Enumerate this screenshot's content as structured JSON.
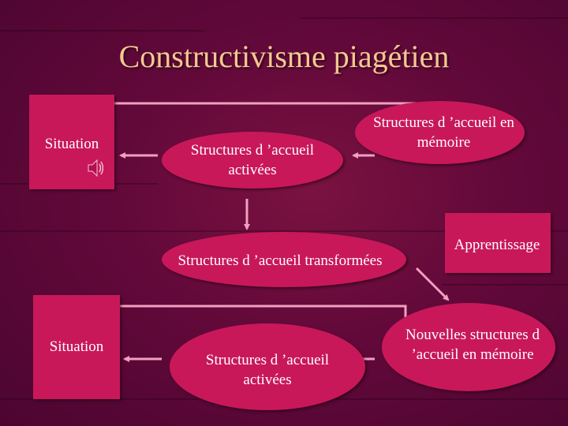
{
  "title": "Constructivisme piagétien",
  "nodes": {
    "situation_1": "Situation",
    "structures_activees_1": "Structures d ’accueil activées",
    "structures_memoire": "Structures d ’accueil en mémoire",
    "structures_transformees": "Structures d ’accueil transformées",
    "apprentissage": "Apprentissage",
    "situation_2": "Situation",
    "structures_activees_2": "Structures d ’accueil activées",
    "nouvelles_structures": "Nouvelles structures d ’accueil en mémoire"
  },
  "icons": {
    "speaker": "speaker-icon"
  },
  "colors": {
    "background": "#62093a",
    "shape": "#c8185a",
    "arrow": "#f0a0c0",
    "title": "#f4c890"
  }
}
